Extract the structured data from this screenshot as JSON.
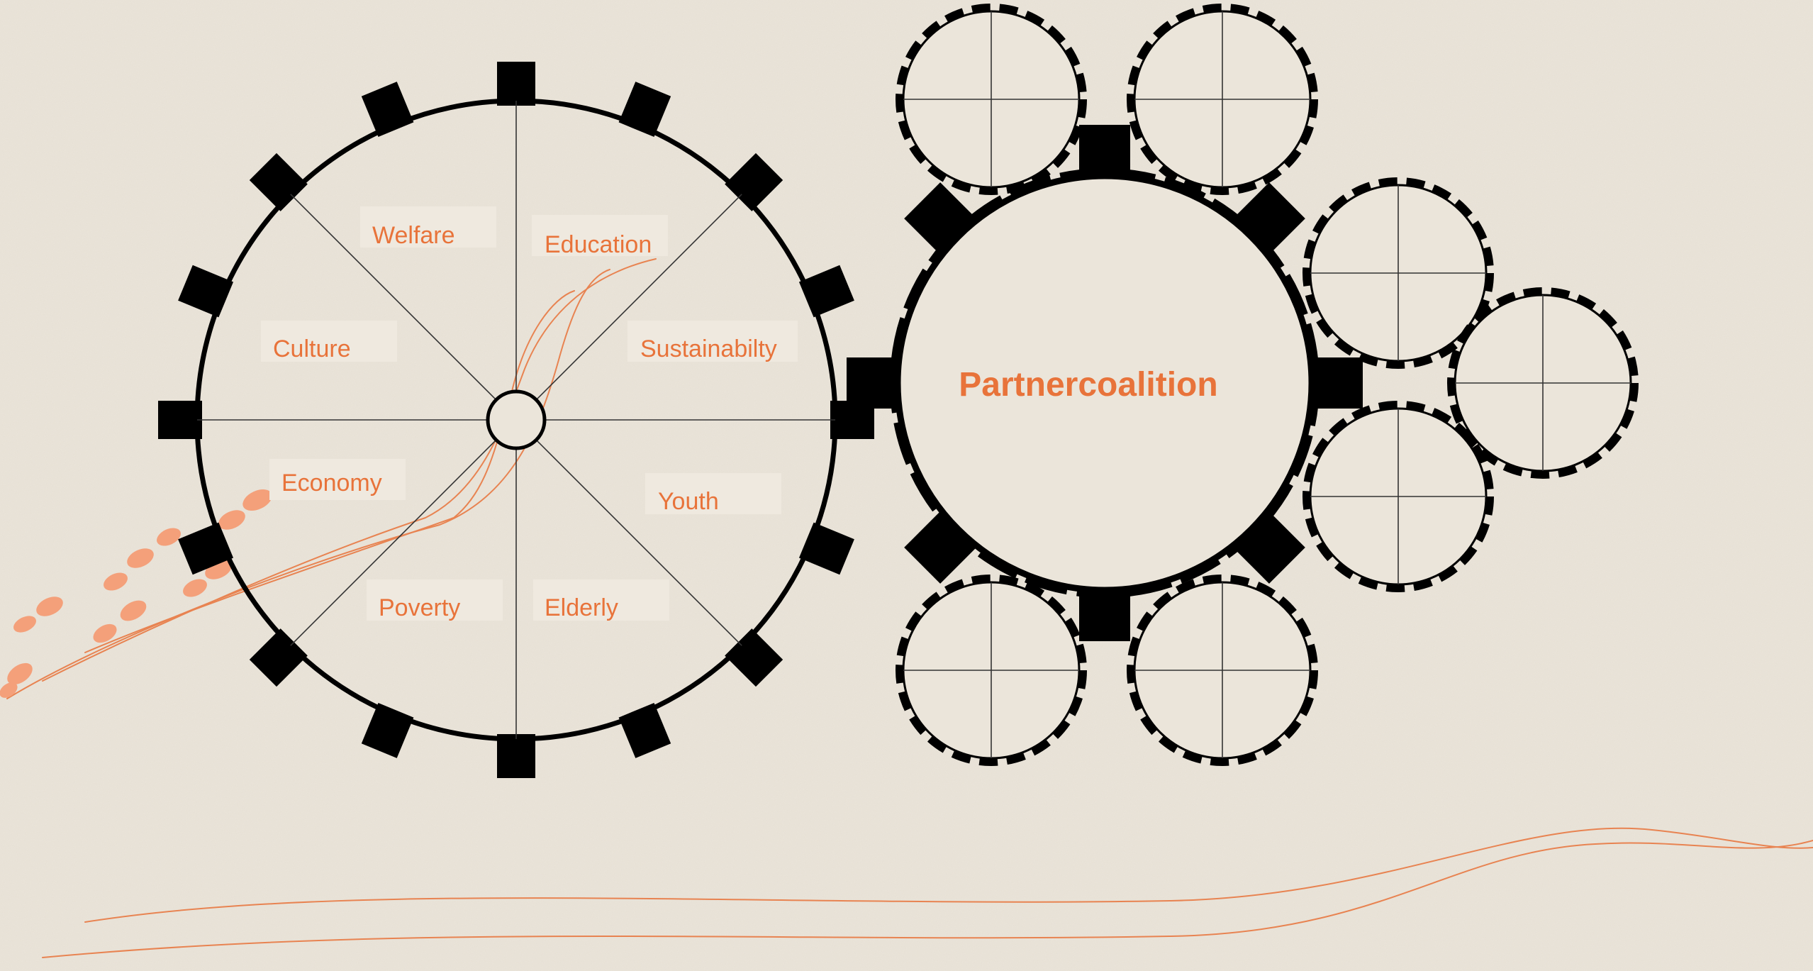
{
  "colors": {
    "background": "#ebe5da",
    "label_box": "#efe9df",
    "ink": "#000000",
    "accent": "#e8733a",
    "accent_light": "#f4a07a"
  },
  "left_gear": {
    "sectors": [
      {
        "label": "Welfare"
      },
      {
        "label": "Education"
      },
      {
        "label": "Culture"
      },
      {
        "label": "Sustainabilty"
      },
      {
        "label": "Economy"
      },
      {
        "label": "Youth"
      },
      {
        "label": "Poverty"
      },
      {
        "label": "Elderly"
      }
    ]
  },
  "right_gear": {
    "center_label": "Partnercoalition",
    "satellite_count": 7
  }
}
